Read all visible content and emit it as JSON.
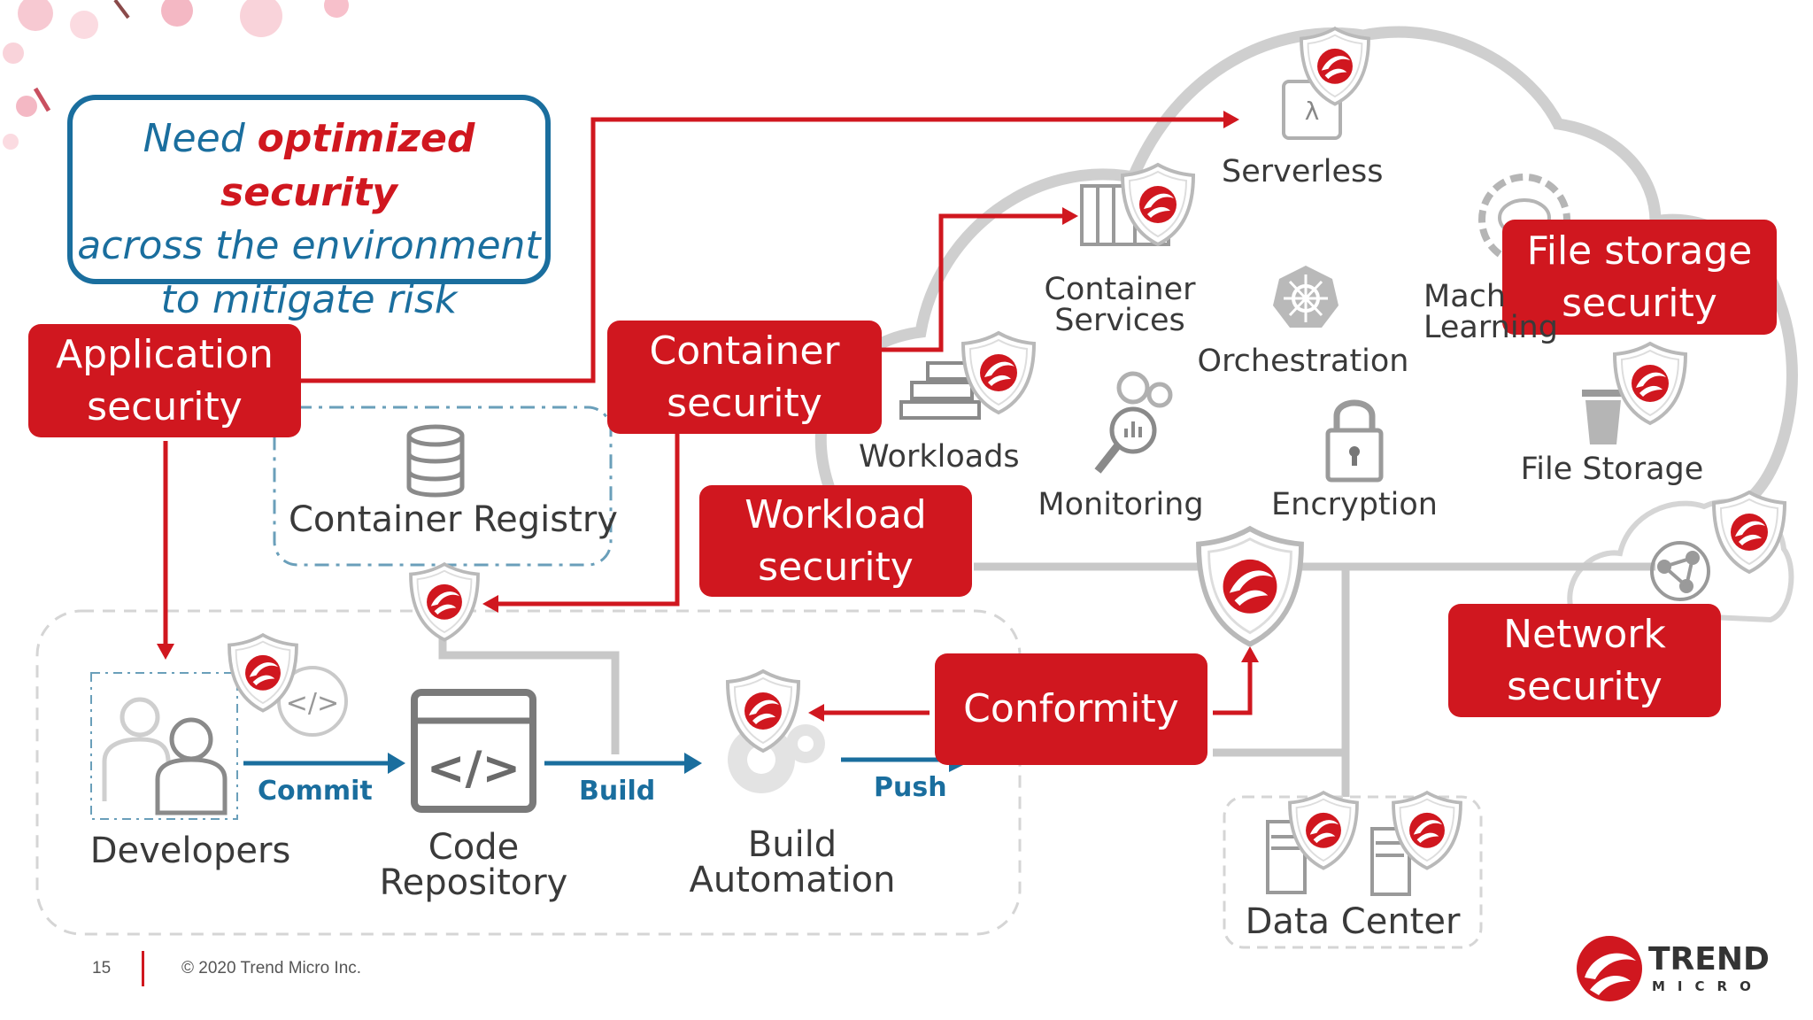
{
  "callout": {
    "line1_a": "Need ",
    "line1_b": "optimized security",
    "line2": "across the environment",
    "line3": "to mitigate risk"
  },
  "red_labels": {
    "application": [
      "Application",
      "security"
    ],
    "container": [
      "Container",
      "security"
    ],
    "workload": [
      "Workload",
      "security"
    ],
    "conformity": "Conformity",
    "file_storage": [
      "File storage",
      "security"
    ],
    "network": [
      "Network",
      "security"
    ]
  },
  "cloud_labels": {
    "serverless": "Serverless",
    "container_services": [
      "Container",
      "Services"
    ],
    "orchestration": "Orchestration",
    "machine_learning": [
      "Mach",
      "Learning"
    ],
    "workloads": "Workloads",
    "monitoring": "Monitoring",
    "encryption": "Encryption",
    "file_storage": "File Storage"
  },
  "pipeline": {
    "developers": "Developers",
    "code_repository": [
      "Code",
      "Repository"
    ],
    "build_automation": [
      "Build",
      "Automation"
    ],
    "container_registry": "Container Registry",
    "data_center": "Data Center",
    "commit": "Commit",
    "build": "Build",
    "push": "Push"
  },
  "footer": {
    "page": "15",
    "copyright": "© 2020 Trend Micro Inc."
  },
  "logo": {
    "name": "TREND",
    "sub": "MICRO"
  },
  "colors": {
    "red": "#d0171f",
    "blue": "#1a6e9e",
    "gray": "#c8c8c8",
    "text": "#3a3a3a"
  }
}
